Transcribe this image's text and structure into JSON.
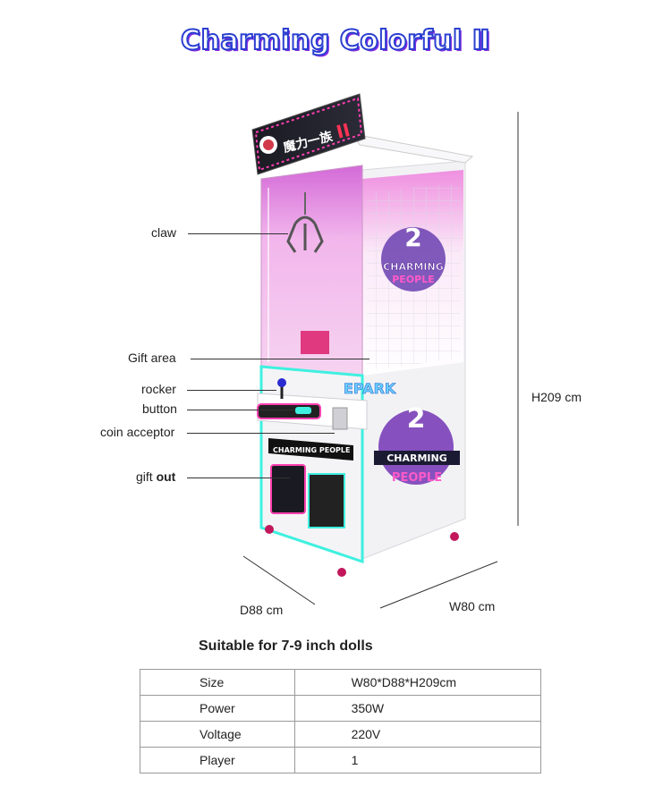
{
  "title": "Charming Colorful Ⅱ",
  "labels": {
    "claw": "claw",
    "gift_area": "Gift area",
    "rocker": "rocker",
    "button": "button",
    "coin_acceptor": "coin acceptor",
    "gift_out_prefix": "gift ",
    "gift_out_bold": "out"
  },
  "dimensions": {
    "height": "H209 cm",
    "depth": "D88 cm",
    "width": "W80 cm"
  },
  "machine": {
    "panel_text_1": "CHARMING",
    "panel_text_2": "PEOPLE",
    "front_text": "CHARMING PEOPLE",
    "number": "2",
    "brand": "EPARK"
  },
  "subtitle": "Suitable for 7-9 inch dolls",
  "specs": [
    {
      "name": "Size",
      "value": "W80*D88*H209cm"
    },
    {
      "name": "Power",
      "value": "350W"
    },
    {
      "name": "Voltage",
      "value": "220V"
    },
    {
      "name": "Player",
      "value": "1"
    }
  ],
  "colors": {
    "title_fill": "#ffffff",
    "title_stroke": "#2a3fd0",
    "neon_pink": "#ff3fb0",
    "neon_cyan": "#3ff0e0",
    "glass_pink": "#f3b8ea",
    "body_white": "#f4f4f6"
  }
}
